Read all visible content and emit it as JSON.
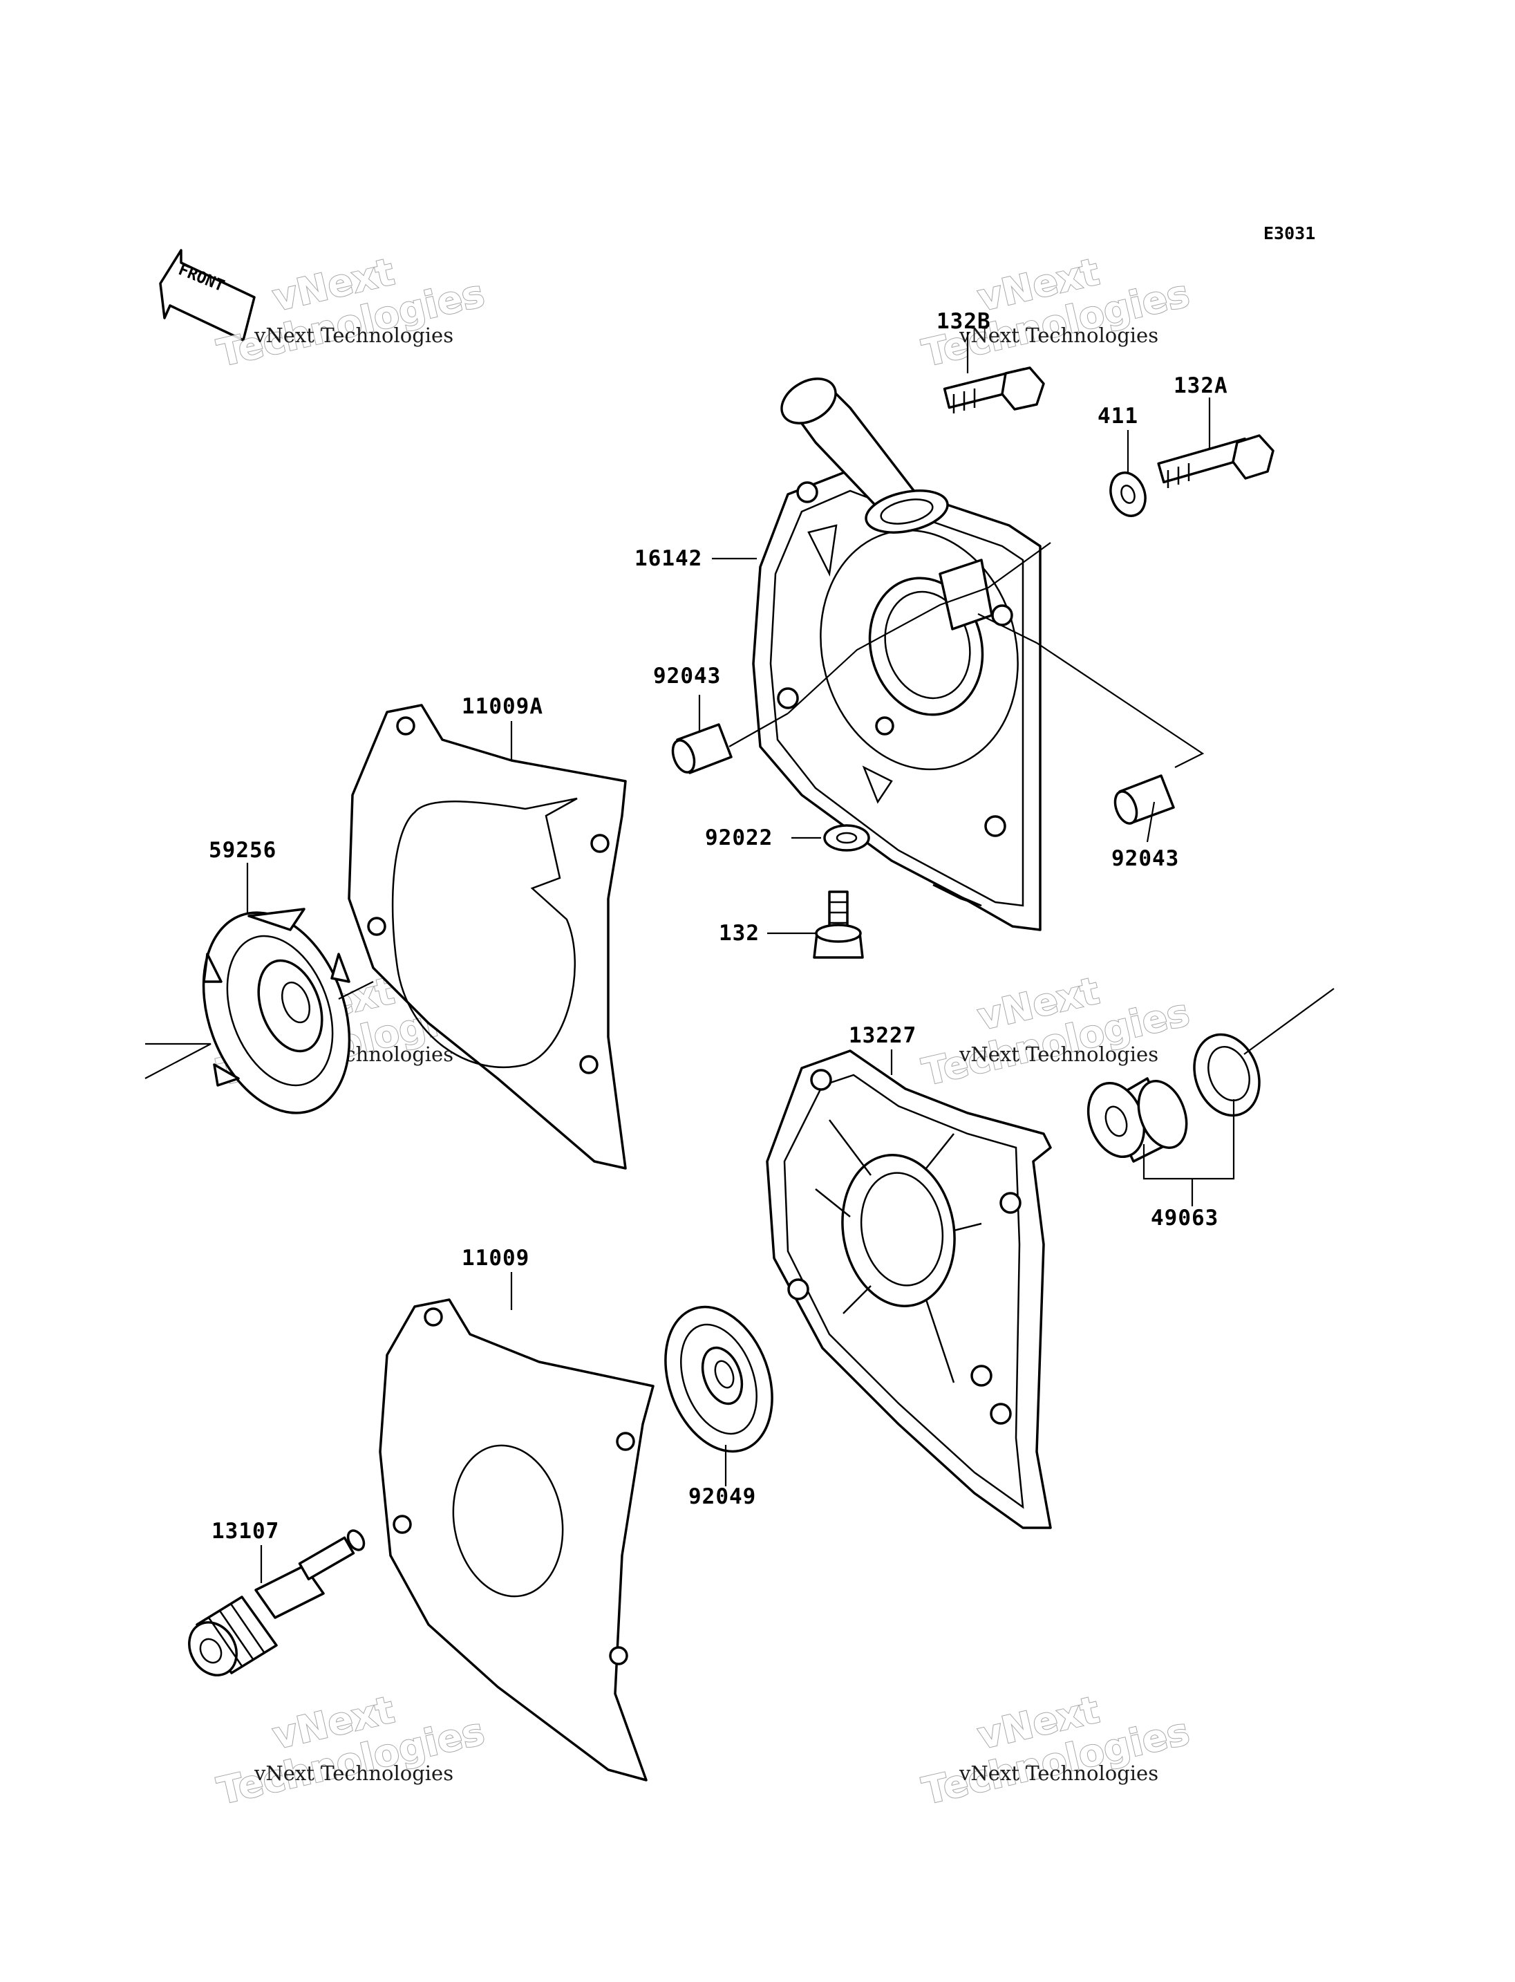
{
  "diagram_code": "E3031",
  "front_marker": "FRONT",
  "watermark": {
    "small": "vNext Technologies",
    "big_line1": "vNext",
    "big_line2": "Technologies"
  },
  "parts": [
    {
      "id": "p132B",
      "label": "132B"
    },
    {
      "id": "p132A",
      "label": "132A"
    },
    {
      "id": "p411",
      "label": "411"
    },
    {
      "id": "p16142",
      "label": "16142"
    },
    {
      "id": "p92043a",
      "label": "92043"
    },
    {
      "id": "p92043b",
      "label": "92043"
    },
    {
      "id": "p11009A",
      "label": "11009A"
    },
    {
      "id": "p59256",
      "label": "59256"
    },
    {
      "id": "p92022",
      "label": "92022"
    },
    {
      "id": "p132",
      "label": "132"
    },
    {
      "id": "p13227",
      "label": "13227"
    },
    {
      "id": "p49063",
      "label": "49063"
    },
    {
      "id": "p11009",
      "label": "11009"
    },
    {
      "id": "p92049",
      "label": "92049"
    },
    {
      "id": "p13107",
      "label": "13107"
    }
  ]
}
